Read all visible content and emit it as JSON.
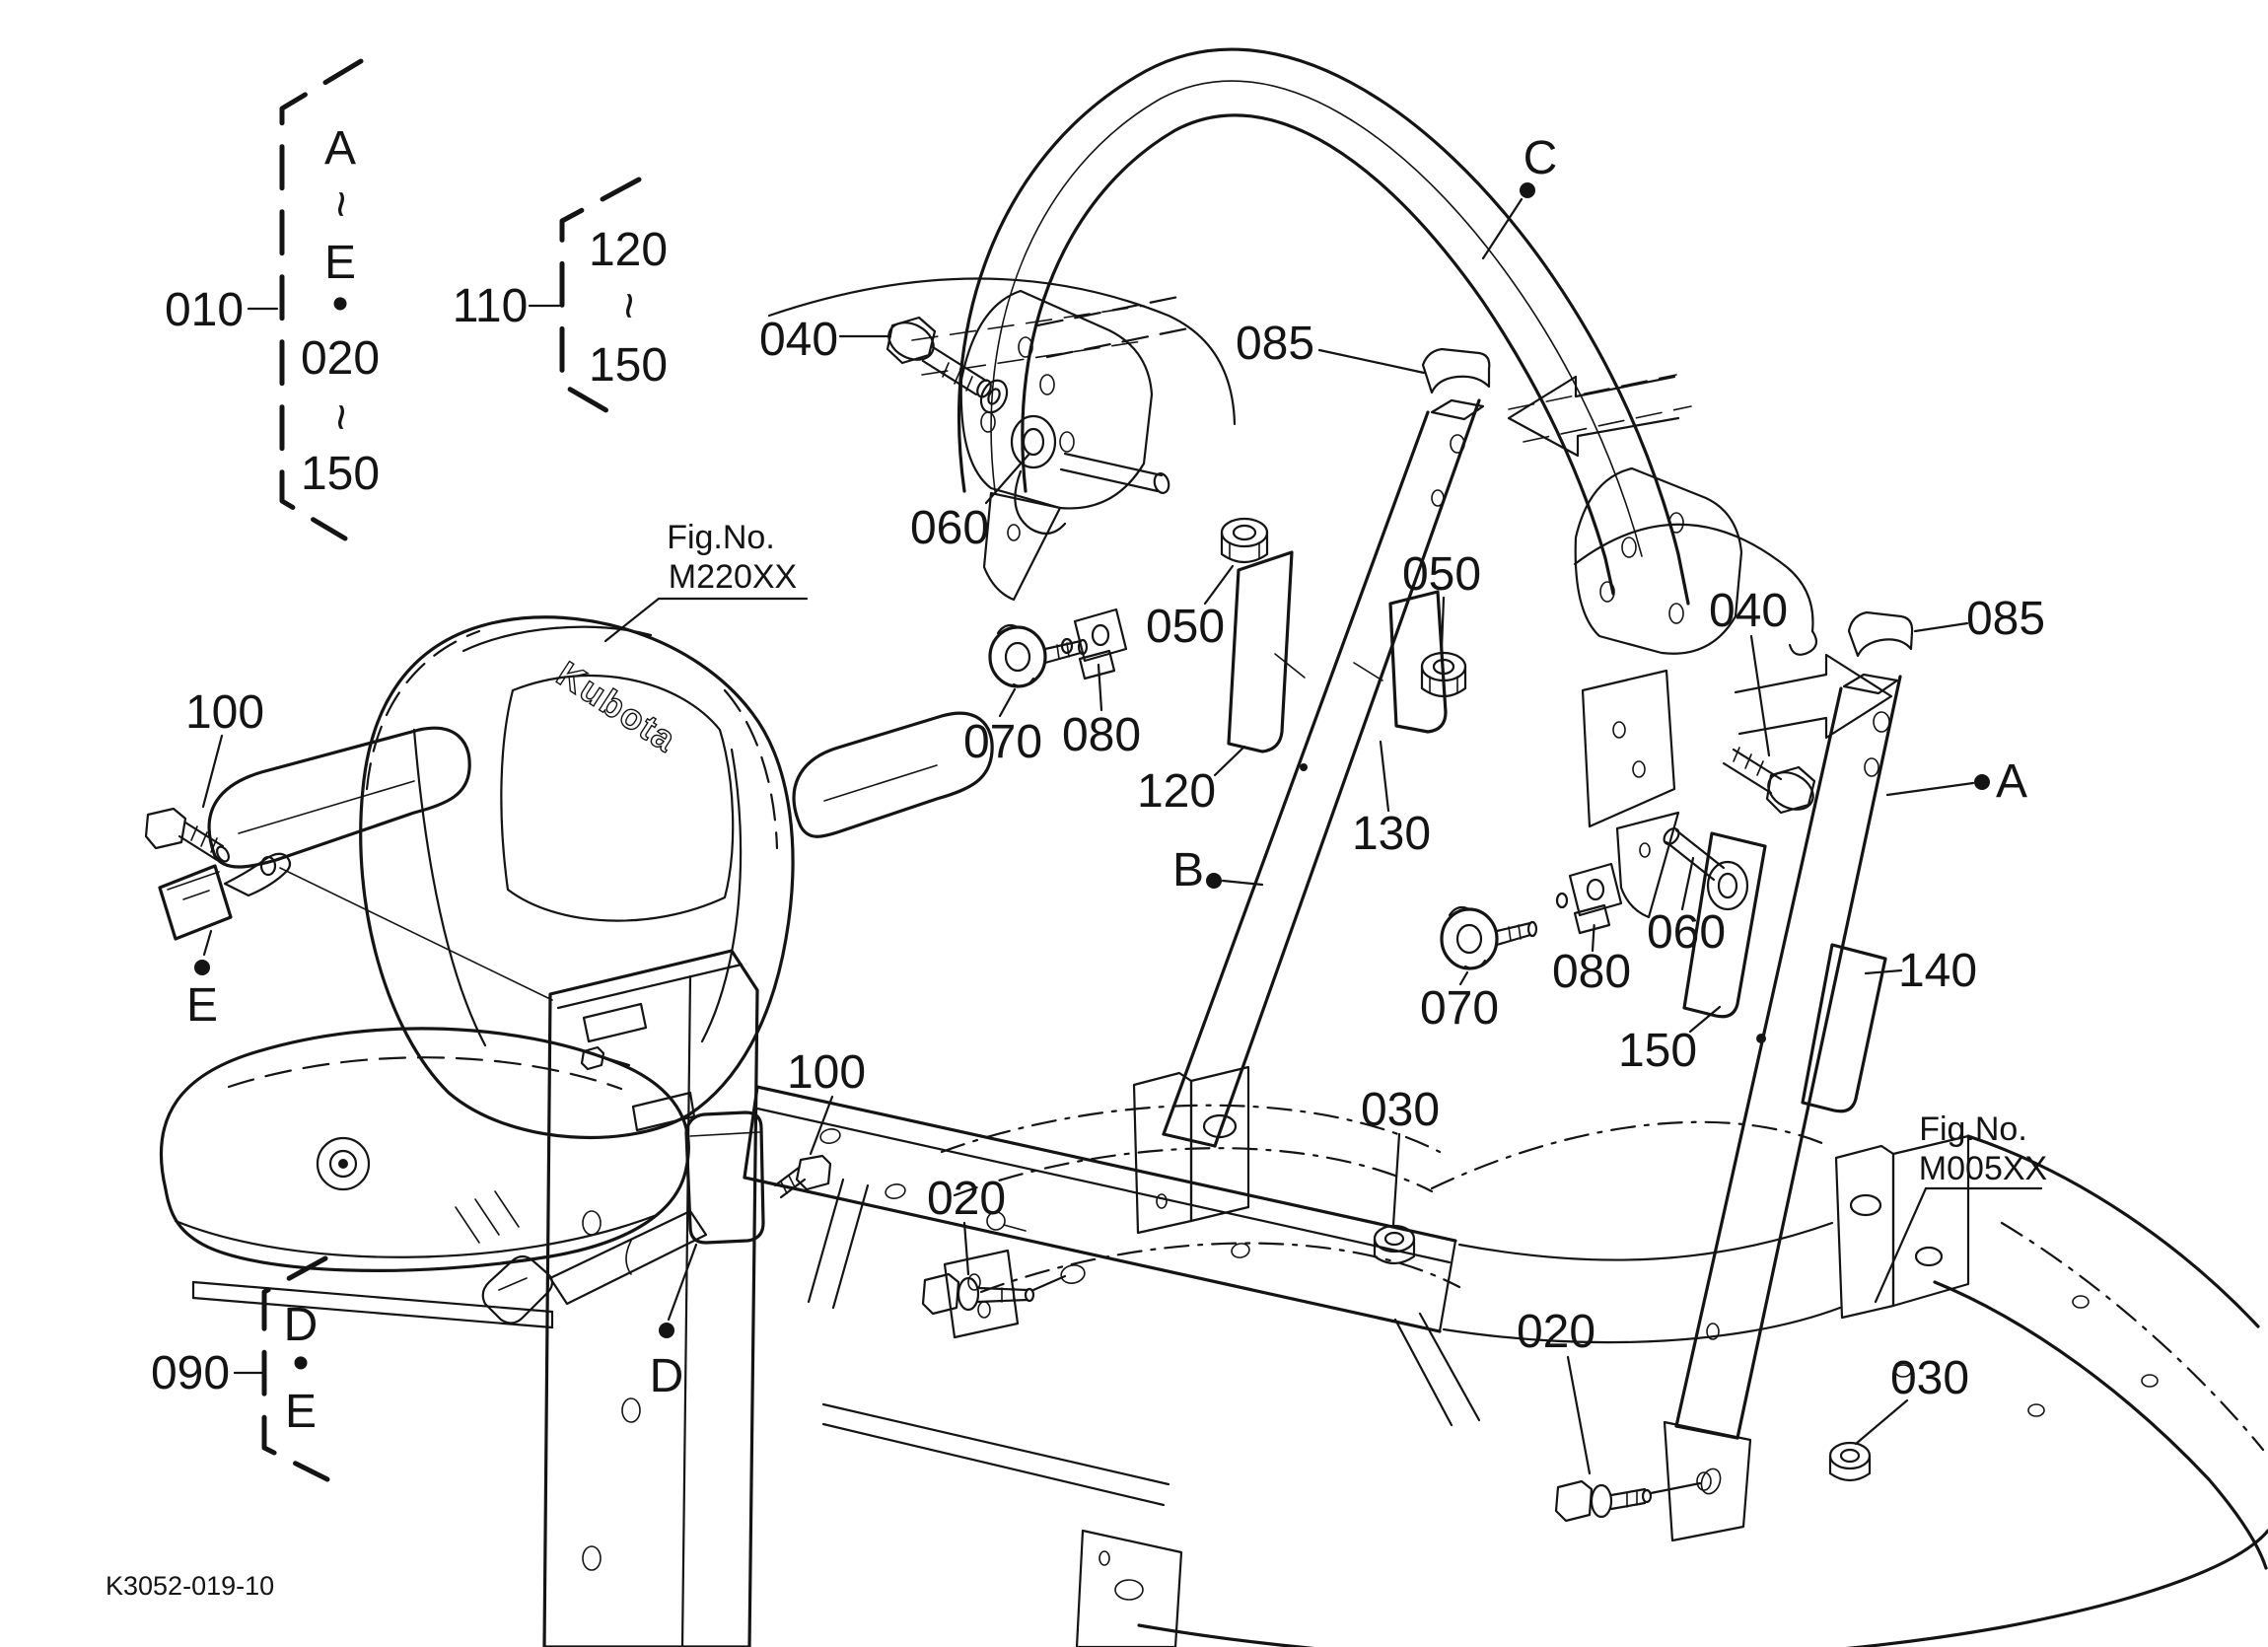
{
  "drawing_number": "K3052-019-10",
  "brand_logo": "Kubota",
  "figure_refs": {
    "seat": {
      "line1": "Fig.No.",
      "line2": "M220XX"
    },
    "frame": {
      "line1": "Fig.No.",
      "line2": "M005XX"
    }
  },
  "legend": {
    "g010": {
      "label": "010",
      "items": [
        "A",
        "~",
        "E",
        "•",
        "020",
        "~",
        "150"
      ]
    },
    "g110": {
      "label": "110",
      "items": [
        "120",
        "~",
        "150"
      ]
    },
    "g090": {
      "label": "090",
      "items": [
        "D",
        "•",
        "E"
      ]
    }
  },
  "callouts": {
    "c040_left": "040",
    "c085_center": "085",
    "c060_left": "060",
    "c050_left": "050",
    "c070_left": "070",
    "c080_left": "080",
    "c120": "120",
    "c130": "130",
    "c050_right": "050",
    "c040_right": "040",
    "c085_right": "085",
    "c060_right": "060",
    "c080_right": "080",
    "c070_right": "070",
    "c150": "150",
    "c140": "140",
    "c020_left": "020",
    "c030_left": "030",
    "c020_right": "020",
    "c030_right": "030",
    "c100_left": "100",
    "c100_right": "100"
  },
  "view_letters": {
    "a": "A",
    "b": "B",
    "c": "C",
    "d": "D",
    "e": "E"
  }
}
